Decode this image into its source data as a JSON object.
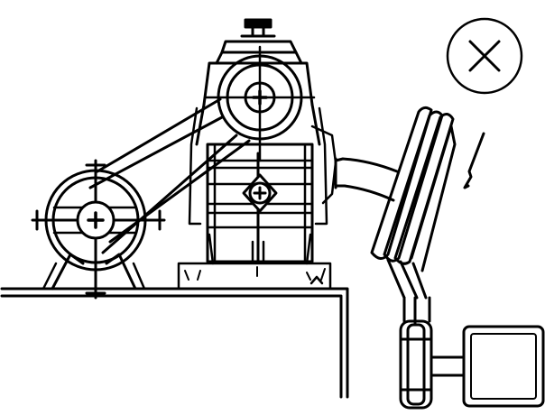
{
  "diagram": {
    "close_icon": "close-icon",
    "components": [
      "electric-motor",
      "gearbox",
      "v-belt-drive",
      "pulley-stack",
      "tilted-belts",
      "bracket-clip",
      "base-platform",
      "mounting-plinth",
      "end-block"
    ],
    "colors": {
      "ink": "#000000",
      "paper": "#ffffff"
    }
  }
}
